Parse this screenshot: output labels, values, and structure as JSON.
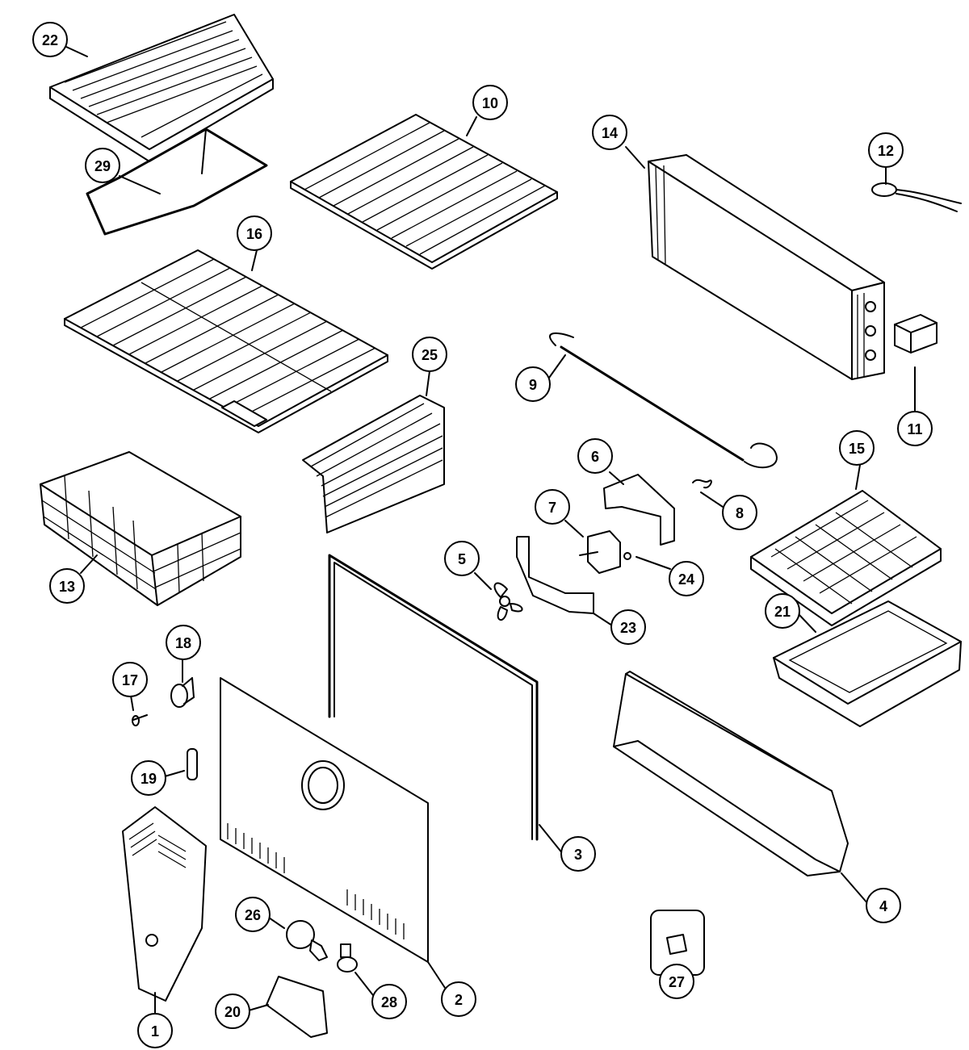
{
  "callouts": [
    {
      "label": "22"
    },
    {
      "label": "10"
    },
    {
      "label": "14"
    },
    {
      "label": "12"
    },
    {
      "label": "29"
    },
    {
      "label": "16"
    },
    {
      "label": "25"
    },
    {
      "label": "9"
    },
    {
      "label": "11"
    },
    {
      "label": "15"
    },
    {
      "label": "6"
    },
    {
      "label": "8"
    },
    {
      "label": "7"
    },
    {
      "label": "24"
    },
    {
      "label": "5"
    },
    {
      "label": "13"
    },
    {
      "label": "23"
    },
    {
      "label": "21"
    },
    {
      "label": "18"
    },
    {
      "label": "17"
    },
    {
      "label": "19"
    },
    {
      "label": "3"
    },
    {
      "label": "4"
    },
    {
      "label": "26"
    },
    {
      "label": "2"
    },
    {
      "label": "28"
    },
    {
      "label": "20"
    },
    {
      "label": "1"
    },
    {
      "label": "27"
    }
  ]
}
